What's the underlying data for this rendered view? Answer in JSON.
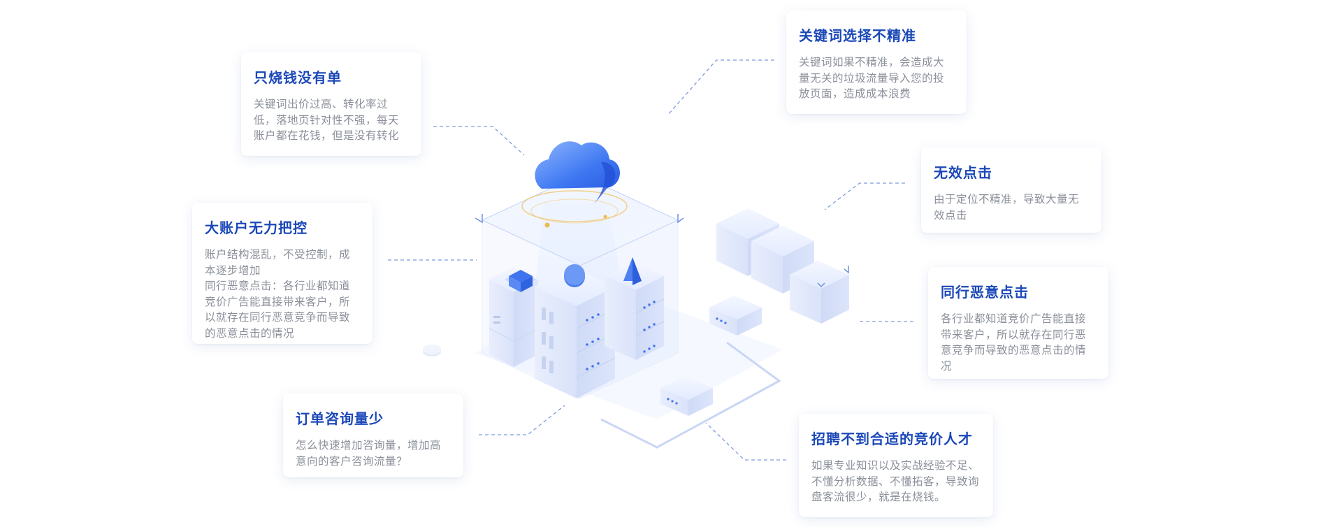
{
  "cards": [
    {
      "title": "只烧钱没有单",
      "desc": "关键词出价过高、转化率过低，落地页针对性不强，每天账户都在花钱，但是没有转化"
    },
    {
      "title": "大账户无力把控",
      "desc": "账户结构混乱，不受控制，成本逐步增加\n同行恶意点击：各行业都知道竞价广告能直接带来客户，所以就存在同行恶意竞争而导致的恶意点击的情况"
    },
    {
      "title": "订单咨询量少",
      "desc": "怎么快速增加咨询量，增加高意向的客户咨询流量？"
    },
    {
      "title": "关键词选择不精准",
      "desc": "关键词如果不精准，会造成大量无关的垃圾流量导入您的投放页面，造成成本浪费"
    },
    {
      "title": "无效点击",
      "desc": "由于定位不精准，导致大量无效点击"
    },
    {
      "title": "同行恶意点击",
      "desc": "各行业都知道竞价广告能直接带来客户，所以就存在同行恶意竞争而导致的恶意点击的情况"
    },
    {
      "title": "招聘不到合适的竞价人才",
      "desc": "如果专业知识以及实战经验不足、不懂分析数据、不懂拓客，导致询盘客流很少，就是在烧钱。"
    }
  ],
  "colors": {
    "title": "#1b48b8",
    "text": "#8a8f99",
    "connector": "#7d9be0",
    "accent": "#3d6ff0"
  }
}
